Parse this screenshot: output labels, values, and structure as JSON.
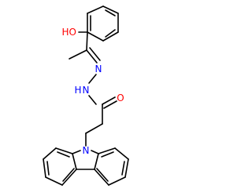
{
  "structure": {
    "atoms": {
      "hydroxyl": {
        "text": "HO",
        "color": "#ff0000"
      },
      "azine_n1": {
        "text": "N",
        "color": "#0000ff"
      },
      "azine_n2": {
        "text": "N",
        "color": "#0000ff"
      },
      "amide_h": {
        "text": "H",
        "color": "#0000ff"
      },
      "carbonyl_o": {
        "text": "O",
        "color": "#ff0000"
      },
      "carbazole_n": {
        "text": "N",
        "color": "#0000ff"
      }
    },
    "bond_color": "#000000"
  }
}
